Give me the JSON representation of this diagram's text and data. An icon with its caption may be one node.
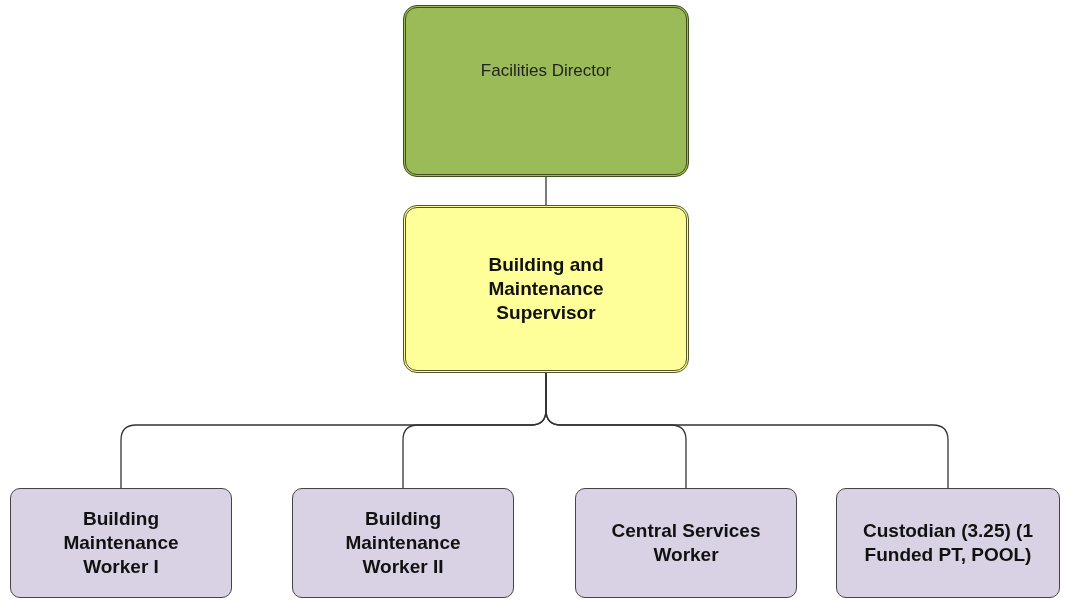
{
  "diagram": {
    "nodes": [
      {
        "text": [
          "Facilities Director"
        ]
      },
      {
        "text": [
          "Building and Maintenance Supervisor"
        ]
      },
      {
        "text": [
          "Building Maintenance Worker I"
        ]
      },
      {
        "text": [
          "Building Maintenance Worker II"
        ]
      },
      {
        "text": [
          "Central Services Worker"
        ]
      },
      {
        "text": [
          "Custodian (3.25) (1 Funded PT, POOL)"
        ]
      }
    ],
    "edges": [
      {
        "from": 0,
        "to": 1,
        "arrow": "none"
      },
      {
        "from": 1,
        "to": 2,
        "arrow": "none"
      },
      {
        "from": 1,
        "to": 3,
        "arrow": "none"
      },
      {
        "from": 1,
        "to": 4,
        "arrow": "none"
      },
      {
        "from": 1,
        "to": 5,
        "arrow": "none"
      }
    ]
  }
}
